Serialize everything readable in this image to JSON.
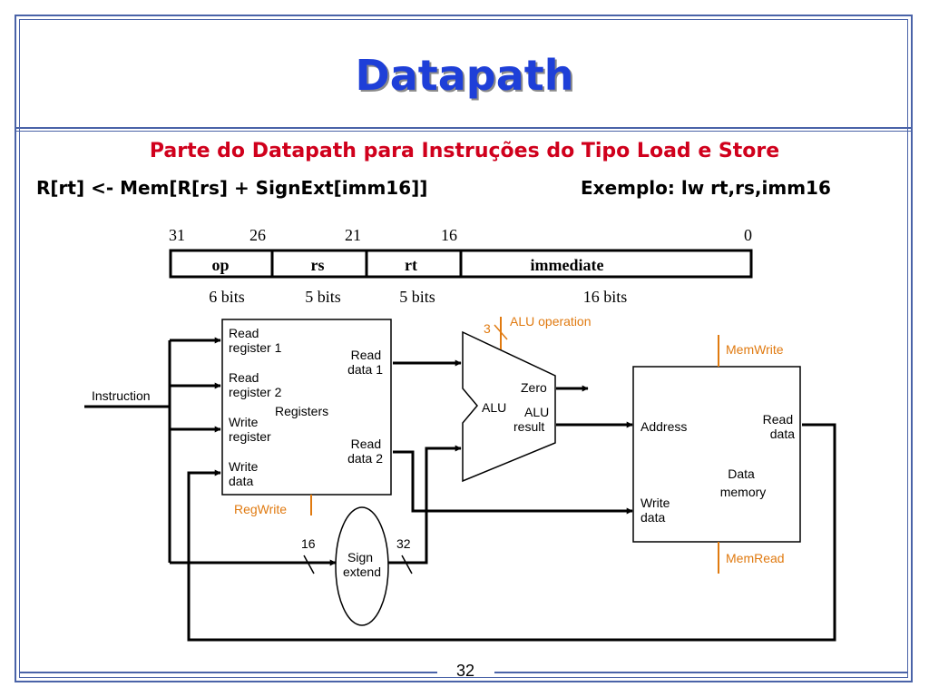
{
  "slide": {
    "title": "Datapath",
    "subtitle": "Parte do Datapath para Instruções do Tipo Load e Store",
    "rtl": "R[rt] <- Mem[R[rs] + SignExt[imm16]]",
    "example": "Exemplo: lw rt,rs,imm16",
    "page_number": "32"
  },
  "instruction_format": {
    "bit_positions": [
      "31",
      "26",
      "21",
      "16",
      "0"
    ],
    "fields": [
      {
        "name": "op",
        "width": "6 bits"
      },
      {
        "name": "rs",
        "width": "5 bits"
      },
      {
        "name": "rt",
        "width": "5 bits"
      },
      {
        "name": "immediate",
        "width": "16 bits"
      }
    ]
  },
  "diagram": {
    "instruction_label": "Instruction",
    "registers": {
      "read_register_1": [
        "Read",
        "register 1"
      ],
      "read_register_2": [
        "Read",
        "register 2"
      ],
      "write_register": [
        "Write",
        "register"
      ],
      "write_data": [
        "Write",
        "data"
      ],
      "name": "Registers",
      "read_data_1": [
        "Read",
        "data 1"
      ],
      "read_data_2": [
        "Read",
        "data 2"
      ],
      "control": "RegWrite"
    },
    "alu": {
      "name": "ALU",
      "zero": "Zero",
      "result": [
        "ALU",
        "result"
      ],
      "operation": "ALU operation",
      "operation_bits": "3"
    },
    "sign_extend": {
      "label": [
        "Sign",
        "extend"
      ],
      "in_bits": "16",
      "out_bits": "32"
    },
    "data_memory": {
      "address": "Address",
      "read_data": [
        "Read",
        "data"
      ],
      "write_data": [
        "Write",
        "data"
      ],
      "name": [
        "Data",
        "memory"
      ],
      "mem_write": "MemWrite",
      "mem_read": "MemRead"
    }
  },
  "colors": {
    "title": "#1e3fd8",
    "subtitle": "#d0001c",
    "control": "#e07a10",
    "frame": "#4a63a8"
  }
}
